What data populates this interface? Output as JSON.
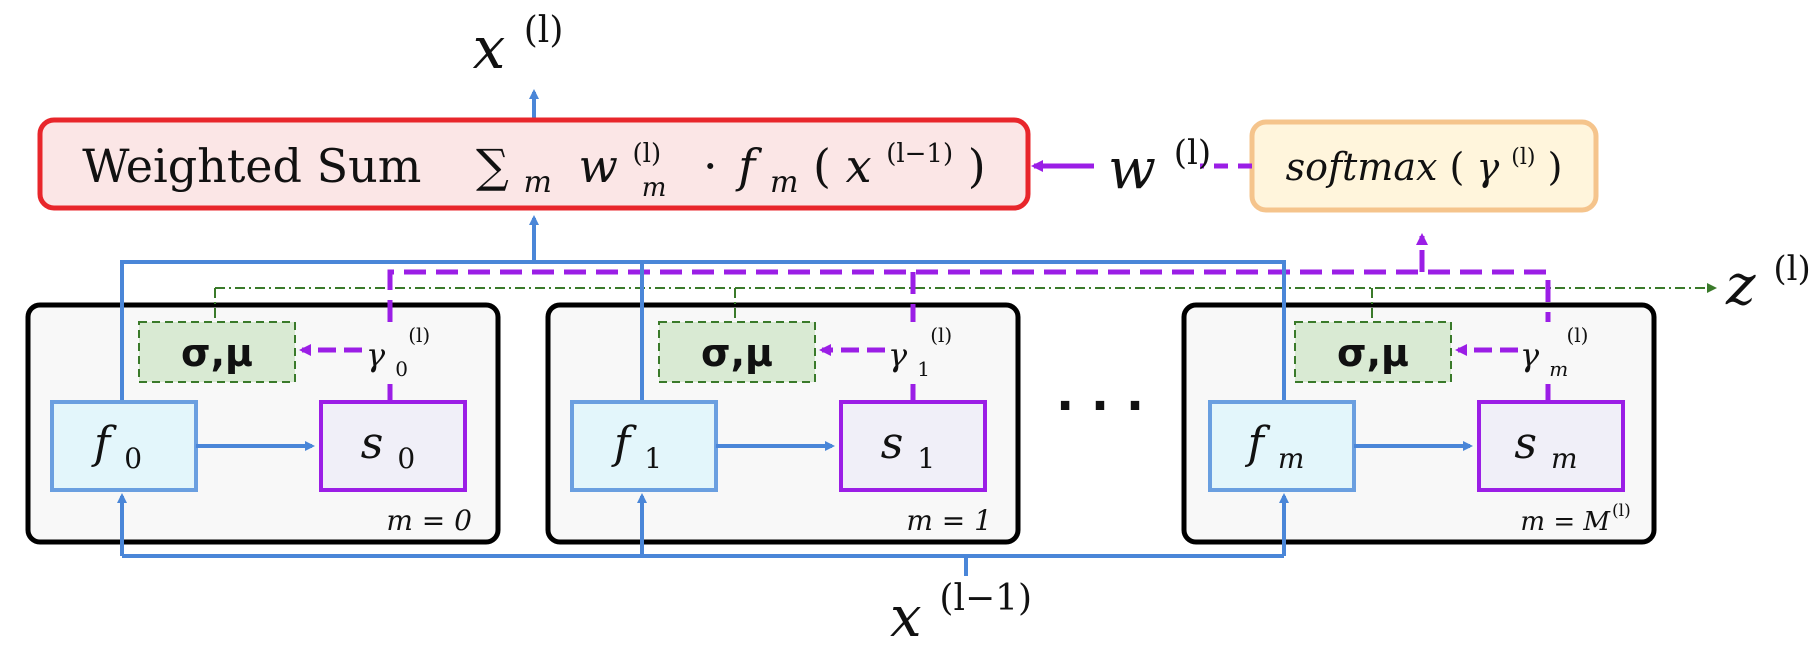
{
  "colors": {
    "blue": "#4a86d8",
    "purple": "#9b1ee6",
    "green": "#3a7a2a",
    "red": "#e8262b",
    "orange": "#f5c48c",
    "module_bg": "#f8f8f8",
    "f_fill": "#e3f6fb",
    "f_stroke": "#6a9fe0",
    "s_fill": "#f0eff8",
    "stat_fill": "#d9ead3",
    "weighted_fill": "#fbe6e6",
    "softmax_fill": "#fff5dc"
  },
  "top": {
    "output": {
      "base": "x",
      "sup": "(l)"
    }
  },
  "weighted_sum": {
    "title": "Weighted Sum",
    "sum_symbol": "∑",
    "sum_sub": "m",
    "w": "w",
    "w_sup": "(l)",
    "w_sub": "m",
    "dot": "·",
    "f": "f",
    "f_sub": "m",
    "open": "(",
    "x": "x",
    "x_sup": "(l−1)",
    "close": ")"
  },
  "weights": {
    "base": "w",
    "sup": "(l)"
  },
  "softmax": {
    "fn": "softmax",
    "open": "(",
    "gamma": "γ",
    "sup": "(l)",
    "close": ")"
  },
  "z": {
    "base": "z",
    "sup": "(l)"
  },
  "input": {
    "base": "x",
    "sup": "(l−1)"
  },
  "ellipsis": "· · ·",
  "modules": [
    {
      "stat": "σ,μ",
      "gamma": {
        "base": "γ",
        "sub": "0",
        "sup": "(l)"
      },
      "f": {
        "base": "f",
        "sub": "0"
      },
      "s": {
        "base": "s",
        "sub": "0"
      },
      "label": {
        "text": "m = 0",
        "sup": ""
      }
    },
    {
      "stat": "σ,μ",
      "gamma": {
        "base": "γ",
        "sub": "1",
        "sup": "(l)"
      },
      "f": {
        "base": "f",
        "sub": "1"
      },
      "s": {
        "base": "s",
        "sub": "1"
      },
      "label": {
        "text": "m = 1",
        "sup": ""
      }
    },
    {
      "stat": "σ,μ",
      "gamma": {
        "base": "γ",
        "sub": "m",
        "sup": "(l)"
      },
      "f": {
        "base": "f",
        "sub": "m"
      },
      "s": {
        "base": "s",
        "sub": "m"
      },
      "label": {
        "text": "m = M",
        "sup": "(l)"
      }
    }
  ]
}
